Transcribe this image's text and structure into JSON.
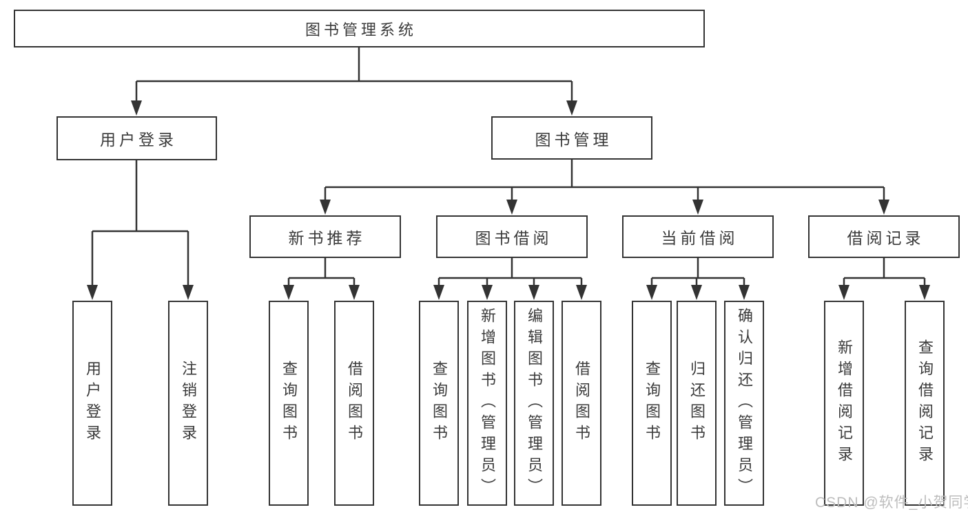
{
  "diagram": {
    "root": "图书管理系统",
    "level2": {
      "user_login": "用户登录",
      "book_management": "图书管理"
    },
    "level3": {
      "new_book_recommend": "新书推荐",
      "book_borrow": "图书借阅",
      "current_borrow": "当前借阅",
      "borrow_records": "借阅记录"
    },
    "leaves": {
      "user_login": "用户登录",
      "logout": "注销登录",
      "recommend_query_books": "查询图书",
      "recommend_borrow_books": "借阅图书",
      "borrow_query_books": "查询图书",
      "borrow_add_books_admin": "新增图书（管理员）",
      "borrow_edit_books_admin": "编辑图书（管理员）",
      "borrow_borrow_books": "借阅图书",
      "current_query_books": "查询图书",
      "current_return_books": "归还图书",
      "current_confirm_return_admin": "确认归还（管理员）",
      "records_add_record": "新增借阅记录",
      "records_query_record": "查询借阅记录"
    }
  },
  "watermark": {
    "text": "CSDN @软件_小贺同学"
  },
  "colors": {
    "line": "#333333",
    "text": "#3a3a3a",
    "background": "#ffffff",
    "watermark": "#bdbdbd"
  }
}
